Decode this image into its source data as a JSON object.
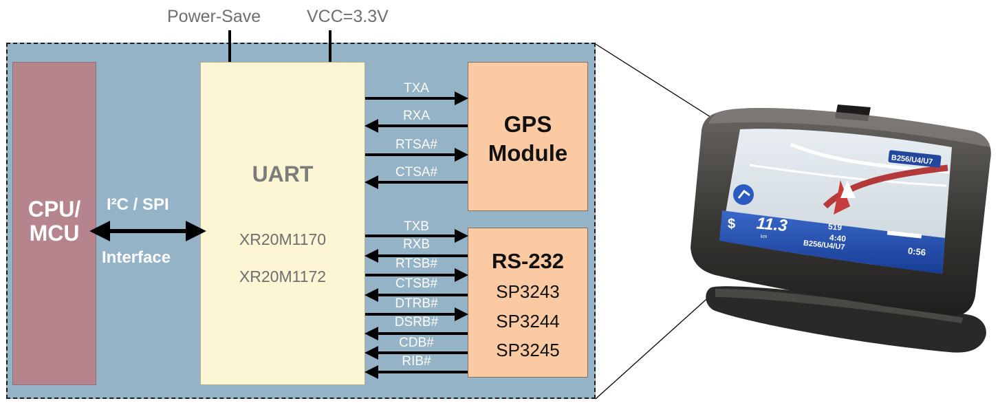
{
  "top_labels": {
    "power_save": "Power-Save",
    "vcc": "VCC=3.3V"
  },
  "cpu": {
    "line1": "CPU/",
    "line2": "MCU"
  },
  "interface": {
    "line1": "I²C / SPI",
    "line2": "Interface"
  },
  "uart": {
    "title": "UART",
    "part1": "XR20M1170",
    "part2": "XR20M1172"
  },
  "gps": {
    "line1": "GPS",
    "line2": "Module"
  },
  "rs232": {
    "title": "RS-232",
    "parts": [
      "SP3243",
      "SP3244",
      "SP3245"
    ]
  },
  "gps_signals": [
    {
      "label": "TXA",
      "direction": "out"
    },
    {
      "label": "RXA",
      "direction": "in"
    },
    {
      "label": "RTSA#",
      "direction": "out"
    },
    {
      "label": "CTSA#",
      "direction": "in"
    }
  ],
  "rs232_signals": [
    {
      "label": "TXB",
      "direction": "out"
    },
    {
      "label": "RXB",
      "direction": "in"
    },
    {
      "label": "RTSB#",
      "direction": "out"
    },
    {
      "label": "CTSB#",
      "direction": "in"
    },
    {
      "label": "DTRB#",
      "direction": "out"
    },
    {
      "label": "DSRB#",
      "direction": "in"
    },
    {
      "label": "CDB#",
      "direction": "in"
    },
    {
      "label": "RIB#",
      "direction": "in"
    }
  ],
  "device_screen": {
    "road_sign": "B256/U4/U7",
    "distance": "11.3",
    "distance_unit": "km",
    "next_distance": "519",
    "next_time": "4:40",
    "street": "B256/U4/U7",
    "remaining_time": "0:56"
  }
}
